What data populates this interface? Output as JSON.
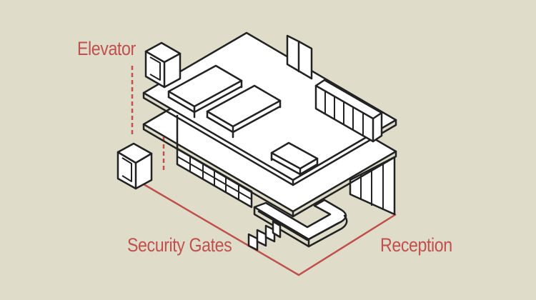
{
  "labels": {
    "elevator": "Elevator",
    "security_gates": "Security Gates",
    "reception": "Reception"
  },
  "colors": {
    "background": "#dfddca",
    "line": "#222222",
    "surface": "#ffffff",
    "accent": "#c0504d"
  }
}
